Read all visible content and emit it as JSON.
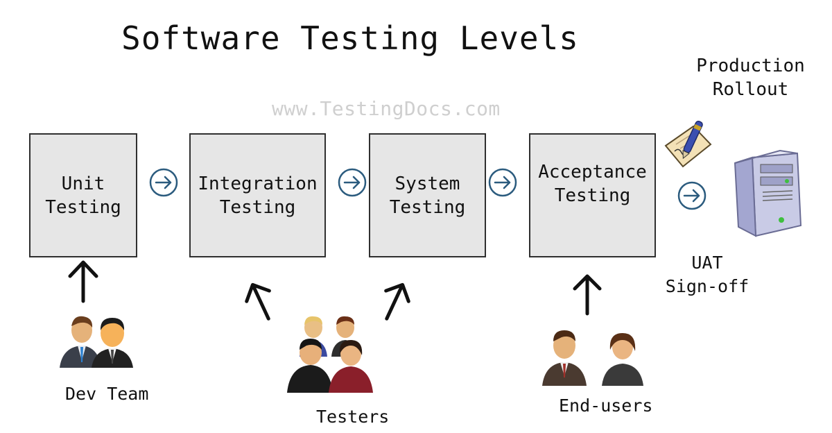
{
  "title": "Software Testing Levels",
  "watermark": "www.TestingDocs.com",
  "production": {
    "line1": "Production",
    "line2": "Rollout"
  },
  "boxes": {
    "unit": {
      "line1": "Unit",
      "line2": "Testing"
    },
    "integration": {
      "line1": "Integration",
      "line2": "Testing"
    },
    "system": {
      "line1": "System",
      "line2": "Testing"
    },
    "acceptance": {
      "line1": "Acceptance",
      "line2": "Testing"
    }
  },
  "signoff": {
    "line1": "UAT",
    "line2": "Sign-off"
  },
  "groups": {
    "dev": "Dev Team",
    "testers": "Testers",
    "endusers": "End-users"
  },
  "colors": {
    "box_fill": "#e6e6e6",
    "arrow_circle": "#2b5b7e",
    "watermark": "#cfcfcf"
  },
  "icons": [
    "arrow-right-circle-icon",
    "arrow-up-icon",
    "people-icon",
    "contract-pen-icon",
    "server-icon"
  ]
}
